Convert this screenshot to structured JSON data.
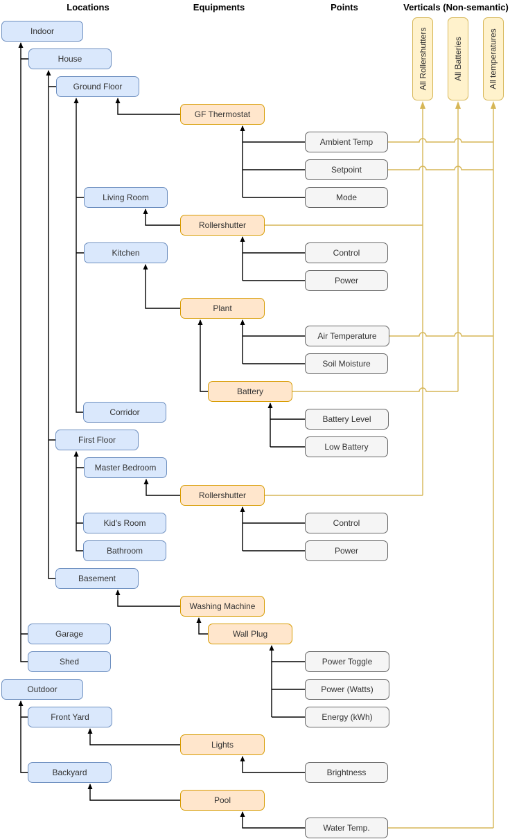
{
  "headers": {
    "locations": "Locations",
    "equipments": "Equipments",
    "points": "Points",
    "verticals": "Verticals (Non-semantic)"
  },
  "locations": {
    "indoor": "Indoor",
    "house": "House",
    "ground_floor": "Ground Floor",
    "living_room": "Living Room",
    "kitchen": "Kitchen",
    "corridor": "Corridor",
    "first_floor": "First Floor",
    "master_bedroom": "Master Bedroom",
    "kids_room": "Kid's Room",
    "bathroom": "Bathroom",
    "basement": "Basement",
    "garage": "Garage",
    "shed": "Shed",
    "outdoor": "Outdoor",
    "front_yard": "Front Yard",
    "backyard": "Backyard"
  },
  "equipments": {
    "gf_thermostat": "GF Thermostat",
    "rollershutter_gf": "Rollershutter",
    "plant": "Plant",
    "battery": "Battery",
    "rollershutter_mb": "Rollershutter",
    "washing_machine": "Washing Machine",
    "wall_plug": "Wall Plug",
    "lights": "Lights",
    "pool": "Pool"
  },
  "points": {
    "ambient_temp": "Ambient Temp",
    "setpoint": "Setpoint",
    "mode": "Mode",
    "control_gf": "Control",
    "power_gf": "Power",
    "air_temperature": "Air Temperature",
    "soil_moisture": "Soil Moisture",
    "battery_level": "Battery Level",
    "low_battery": "Low Battery",
    "control_mb": "Control",
    "power_mb": "Power",
    "power_toggle": "Power Toggle",
    "power_watts": "Power (Watts)",
    "energy_kwh": "Energy (kWh)",
    "brightness": "Brightness",
    "water_temp": "Water Temp."
  },
  "verticals": {
    "all_rollershutters": "All Rollershutters",
    "all_batteries": "All Batteries",
    "all_temperatures": "All temperatures"
  },
  "hierarchy_edges": [
    {
      "from": "House",
      "to": "Indoor"
    },
    {
      "from": "Garage",
      "to": "Indoor"
    },
    {
      "from": "Shed",
      "to": "Indoor"
    },
    {
      "from": "Ground Floor",
      "to": "House"
    },
    {
      "from": "First Floor",
      "to": "House"
    },
    {
      "from": "Basement",
      "to": "House"
    },
    {
      "from": "Living Room",
      "to": "Ground Floor"
    },
    {
      "from": "Kitchen",
      "to": "Ground Floor"
    },
    {
      "from": "Corridor",
      "to": "Ground Floor"
    },
    {
      "from": "GF Thermostat",
      "to": "Ground Floor"
    },
    {
      "from": "Rollershutter (Living Room)",
      "to": "Living Room"
    },
    {
      "from": "Plant",
      "to": "Kitchen"
    },
    {
      "from": "Battery",
      "to": "Plant"
    },
    {
      "from": "Ambient Temp",
      "to": "GF Thermostat"
    },
    {
      "from": "Setpoint",
      "to": "GF Thermostat"
    },
    {
      "from": "Mode",
      "to": "GF Thermostat"
    },
    {
      "from": "Control",
      "to": "Rollershutter (Living Room)"
    },
    {
      "from": "Power",
      "to": "Rollershutter (Living Room)"
    },
    {
      "from": "Air Temperature",
      "to": "Plant"
    },
    {
      "from": "Soil Moisture",
      "to": "Plant"
    },
    {
      "from": "Battery Level",
      "to": "Battery"
    },
    {
      "from": "Low Battery",
      "to": "Battery"
    },
    {
      "from": "Master Bedroom",
      "to": "First Floor"
    },
    {
      "from": "Kid's Room",
      "to": "First Floor"
    },
    {
      "from": "Bathroom",
      "to": "First Floor"
    },
    {
      "from": "Rollershutter (Master Bedroom)",
      "to": "Master Bedroom"
    },
    {
      "from": "Control",
      "to": "Rollershutter (Master Bedroom)"
    },
    {
      "from": "Power",
      "to": "Rollershutter (Master Bedroom)"
    },
    {
      "from": "Washing Machine",
      "to": "Basement"
    },
    {
      "from": "Wall Plug",
      "to": "Washing Machine"
    },
    {
      "from": "Power Toggle",
      "to": "Wall Plug"
    },
    {
      "from": "Power (Watts)",
      "to": "Wall Plug"
    },
    {
      "from": "Energy (kWh)",
      "to": "Wall Plug"
    },
    {
      "from": "Front Yard",
      "to": "Outdoor"
    },
    {
      "from": "Backyard",
      "to": "Outdoor"
    },
    {
      "from": "Lights",
      "to": "Front Yard"
    },
    {
      "from": "Brightness",
      "to": "Lights"
    },
    {
      "from": "Pool",
      "to": "Backyard"
    },
    {
      "from": "Water Temp.",
      "to": "Pool"
    }
  ],
  "vertical_edges": [
    {
      "from": "Rollershutter (Living Room)",
      "to": "All Rollershutters"
    },
    {
      "from": "Rollershutter (Master Bedroom)",
      "to": "All Rollershutters"
    },
    {
      "from": "Battery",
      "to": "All Batteries"
    },
    {
      "from": "Ambient Temp",
      "to": "All temperatures"
    },
    {
      "from": "Setpoint",
      "to": "All temperatures"
    },
    {
      "from": "Air Temperature",
      "to": "All temperatures"
    },
    {
      "from": "Water Temp.",
      "to": "All temperatures"
    }
  ],
  "colors": {
    "location_fill": "#dae8fc",
    "location_stroke": "#6c8ebf",
    "equipment_fill": "#ffe6cc",
    "equipment_stroke": "#d79b00",
    "point_fill": "#f5f5f5",
    "point_stroke": "#666666",
    "vertical_fill": "#fff2cc",
    "vertical_stroke": "#d6b656",
    "hierarchy_edge": "#000000",
    "vertical_edge": "#d6b656"
  }
}
